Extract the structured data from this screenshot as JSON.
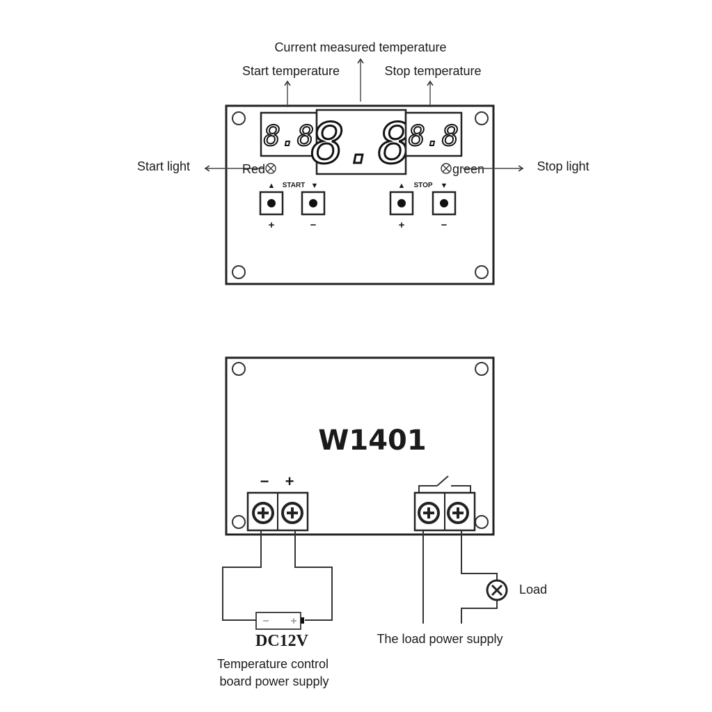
{
  "display_panel": {
    "current_temp_label": "Current measured temperature",
    "start_temp_label": "Start temperature",
    "stop_temp_label": "Stop temperature",
    "start_light_label": "Start light",
    "stop_light_label": "Stop light",
    "red_label": "Red",
    "green_label": "green",
    "left_display": "8.8",
    "center_display": "8.8",
    "right_display": "8.8",
    "start_group_label": "START",
    "stop_group_label": "STOP",
    "plus_sign": "+",
    "minus_sign": "−",
    "up_arrow": "▲",
    "down_arrow": "▼"
  },
  "wiring_panel": {
    "model": "W1401",
    "minus_sign": "−",
    "plus_sign": "+",
    "power_label": "DC12V",
    "power_caption_line1": "Temperature control",
    "power_caption_line2": "board power supply",
    "load_label": "Load",
    "load_supply_label": "The load power supply"
  }
}
